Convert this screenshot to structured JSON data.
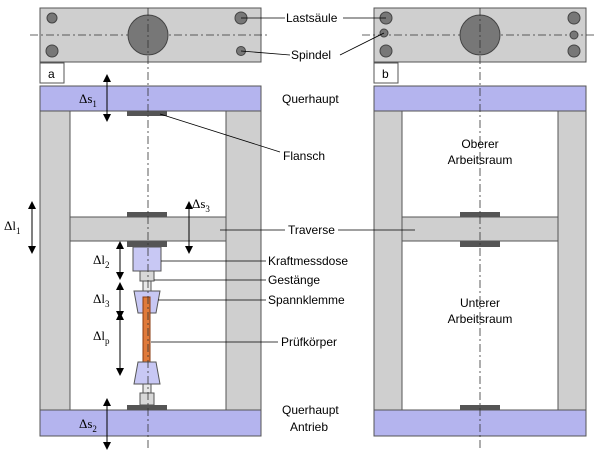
{
  "panels": {
    "a": "a",
    "b": "b"
  },
  "labels": {
    "lastsaeule": "Lastsäule",
    "spindel": "Spindel",
    "querhaupt": "Querhaupt",
    "flansch": "Flansch",
    "traverse": "Traverse",
    "kraftmessdose": "Kraftmessdose",
    "gestaenge": "Gestänge",
    "spannklemme": "Spannklemme",
    "pruefkoerper": "Prüfkörper",
    "querhaupt_antrieb_1": "Querhaupt",
    "querhaupt_antrieb_2": "Antrieb",
    "oberer_1": "Oberer",
    "oberer_2": "Arbeitsraum",
    "unterer_1": "Unterer",
    "unterer_2": "Arbeitsraum"
  },
  "symbols": {
    "ds1_base": "Δs",
    "ds1_sub": "1",
    "ds2_base": "Δs",
    "ds2_sub": "2",
    "ds3_base": "Δs",
    "ds3_sub": "3",
    "dl1_base": "Δl",
    "dl1_sub": "1",
    "dl2_base": "Δl",
    "dl2_sub": "2",
    "dl3_base": "Δl",
    "dl3_sub": "3",
    "dlp_base": "Δl",
    "dlp_sub": "p"
  },
  "colors": {
    "frame_gray": "#cfcfcf",
    "crosshead_blue": "#b4b4ee",
    "specimen_orange": "#e07a3a",
    "dark_part": "#555555",
    "stroke": "#555555"
  }
}
